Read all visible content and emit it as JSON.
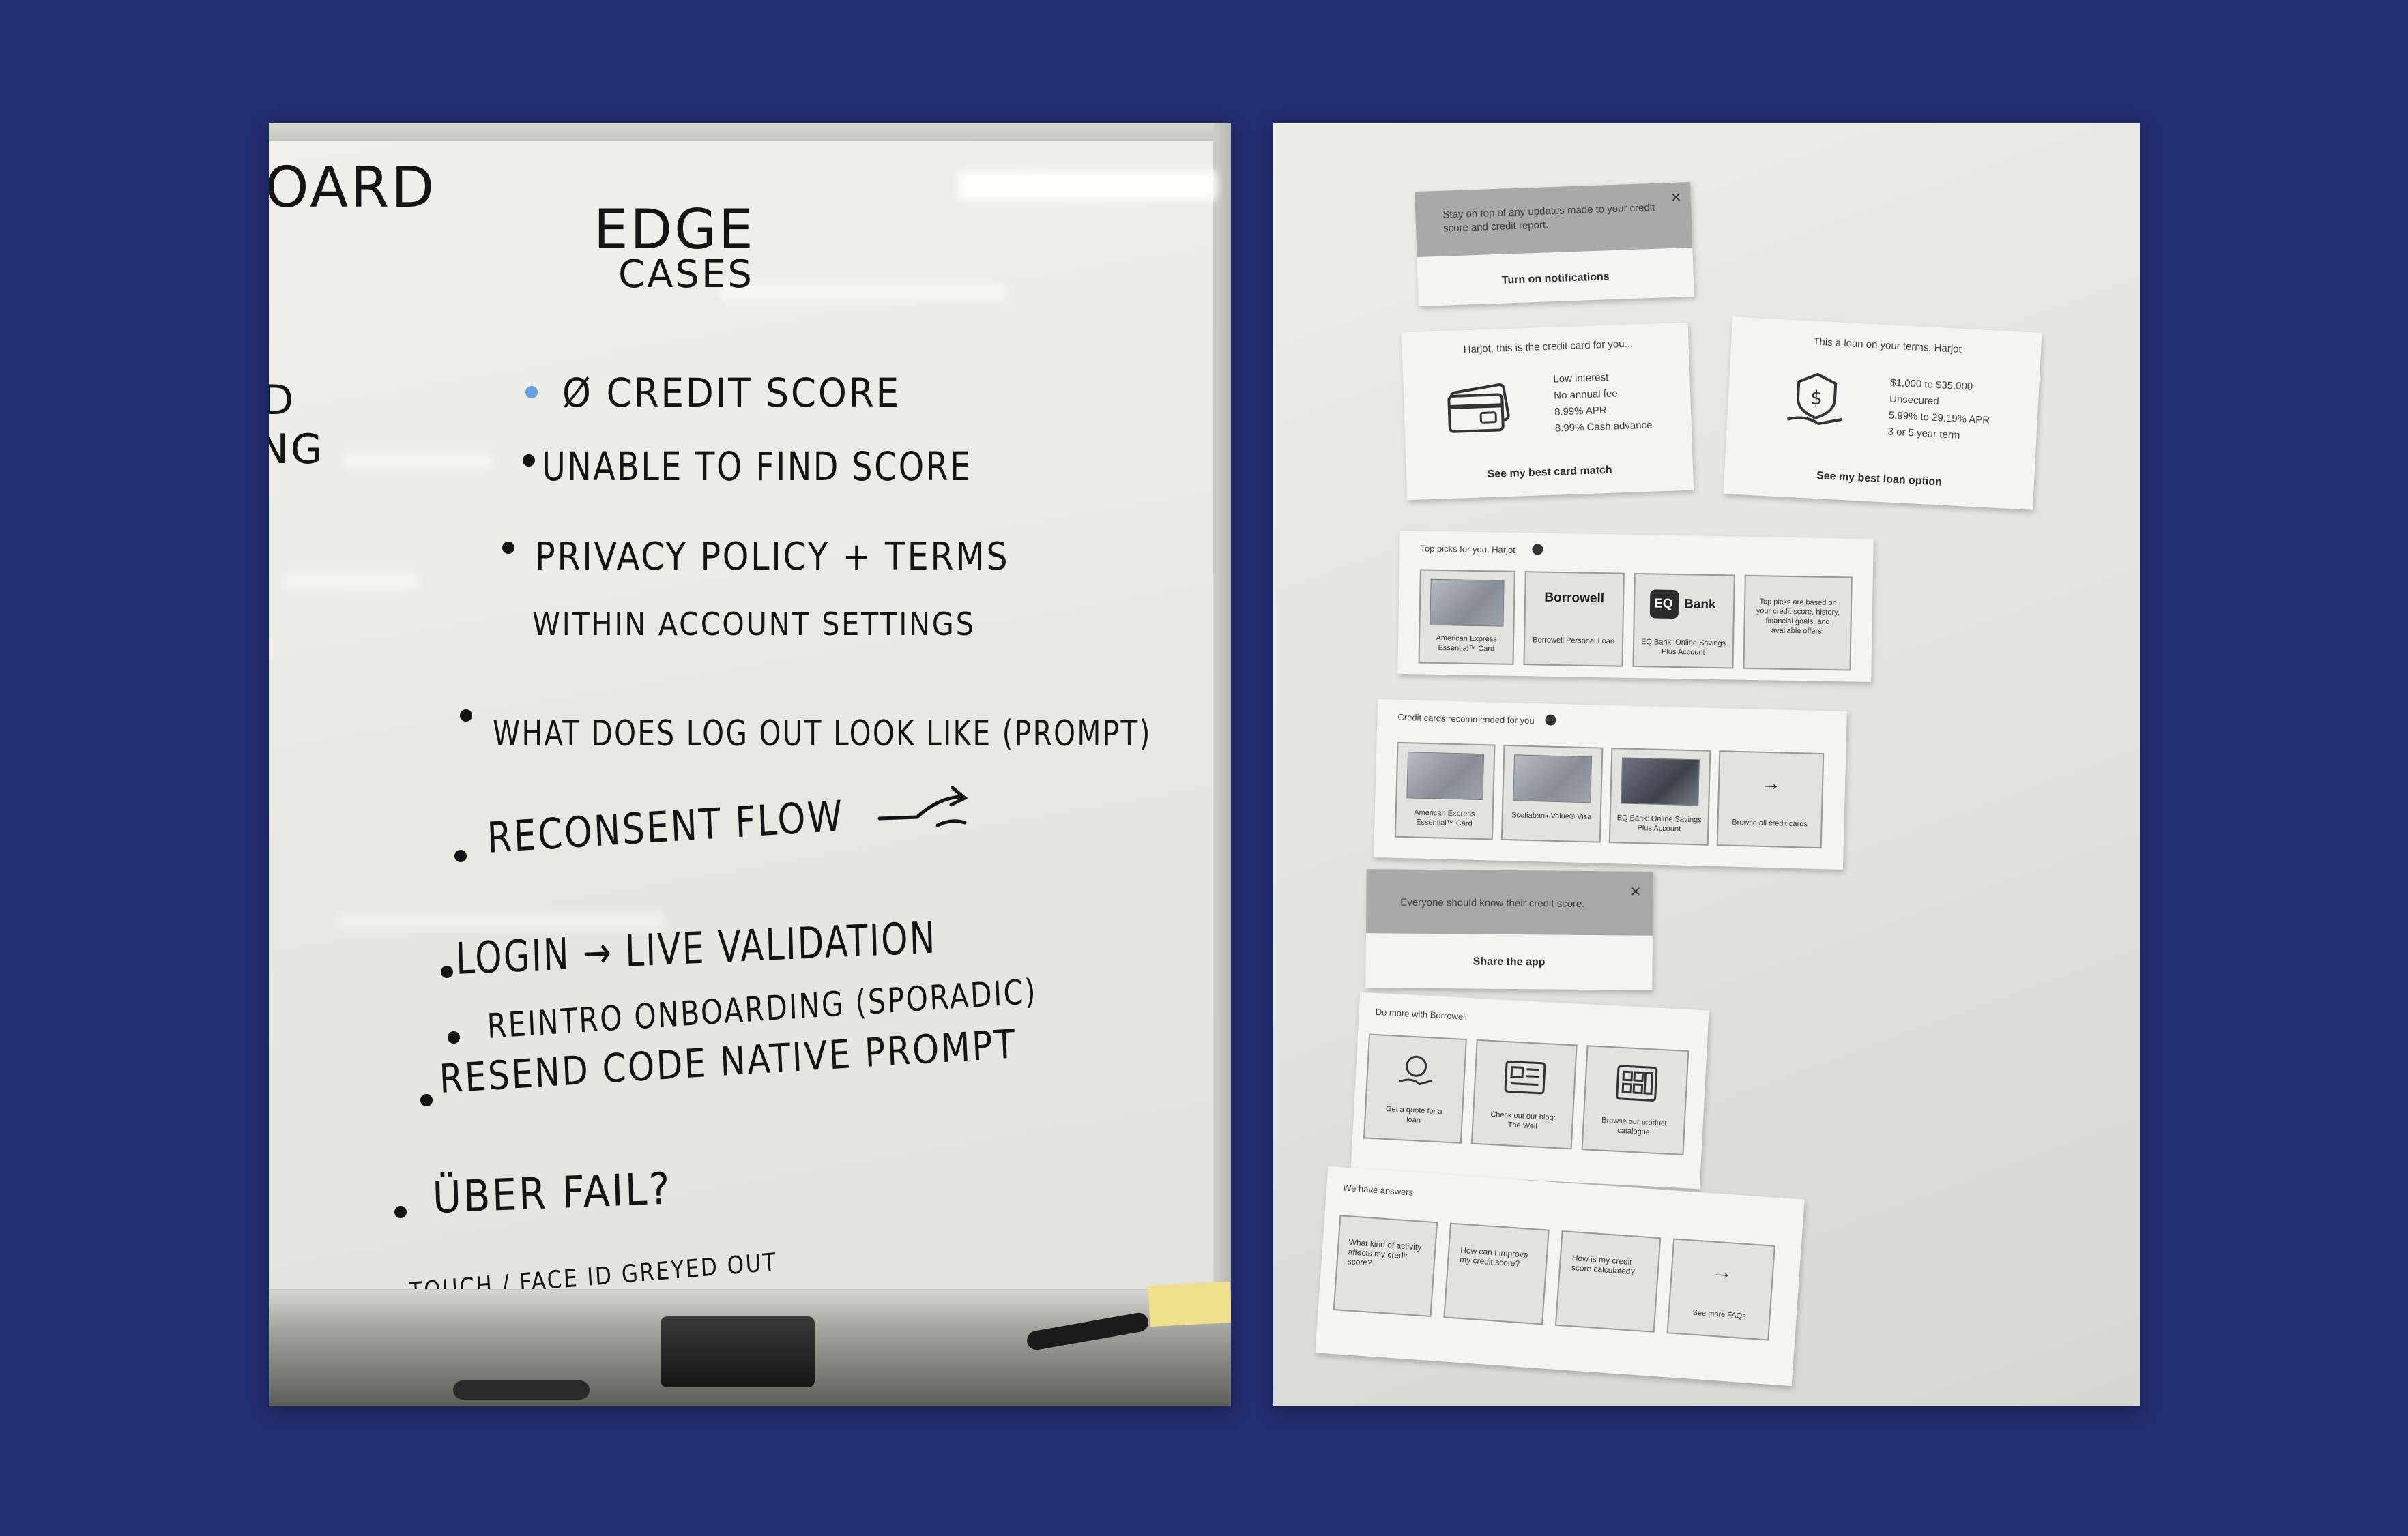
{
  "whiteboard": {
    "heading_fragment": "OARD",
    "title_line1": "EDGE",
    "title_line2": "CASES",
    "left_fragment_1": "D",
    "left_fragment_2": "NG",
    "items": [
      "Ø CREDIT SCORE",
      "UNABLE TO FIND SCORE",
      "PRIVACY POLICY + TERMS",
      "WITHIN ACCOUNT SETTINGS",
      "WHAT DOES LOG OUT LOOK LIKE (PROMPT)",
      "RECONSENT FLOW",
      "LOGIN → LIVE VALIDATION",
      "REINTRO ONBOARDING (SPORADIC)",
      "RESEND CODE NATIVE PROMPT",
      "ÜBER FAIL?",
      "TOUCH / FACE ID GREYED OUT"
    ],
    "colors": {
      "ink": "#141414",
      "blue_bullet": "#6a9fe0",
      "sticky_note": "#f0e08e"
    }
  },
  "wall": {
    "notifications_card": {
      "message": "Stay on top of any updates made to your credit score and credit report.",
      "cta": "Turn on notifications",
      "close_icon": "close-icon"
    },
    "credit_card_offer": {
      "heading": "Harjot, this is the credit card for you...",
      "features": [
        "Low interest",
        "No annual fee",
        "8.99% APR",
        "8.99% Cash advance"
      ],
      "cta": "See my best card match",
      "icon": "credit-card-icon"
    },
    "loan_offer": {
      "heading": "This a loan on your terms, Harjot",
      "features": [
        "$1,000 to $35,000",
        "Unsecured",
        "5.99% to 29.19% APR",
        "3 or 5 year term"
      ],
      "cta": "See my best loan option",
      "icon": "money-hand-icon"
    },
    "top_picks": {
      "heading": "Top picks for you, Harjot",
      "tiles": [
        "American Express Essential™ Card",
        "Borrowell Personal Loan",
        "EQ Bank: Online Savings Plus Account",
        "Top picks are based on your credit score, history, financial goals, and available offers."
      ],
      "brands": [
        "Borrowell",
        "EQ",
        "Bank"
      ]
    },
    "recommended_cards": {
      "heading": "Credit cards recommended for you",
      "tiles": [
        "American Express Essential™ Card",
        "Scotiabank Value® Visa",
        "EQ Bank: Online Savings Plus Account",
        "Browse all credit cards"
      ],
      "arrow": "→"
    },
    "share_card": {
      "message": "Everyone should know their credit score.",
      "cta": "Share the app",
      "close_icon": "close-icon"
    },
    "do_more": {
      "heading": "Do more with Borrowell",
      "tiles": [
        "Get a quote for a loan",
        "Check out our blog: The Well",
        "Browse our product catalogue"
      ]
    },
    "answers": {
      "heading": "We have answers",
      "tiles": [
        "What kind of activity affects my credit score?",
        "How can I improve my credit score?",
        "How is my credit score calculated?",
        "See more FAQs"
      ],
      "arrow": "→"
    }
  },
  "colors": {
    "background": "#242e72"
  }
}
